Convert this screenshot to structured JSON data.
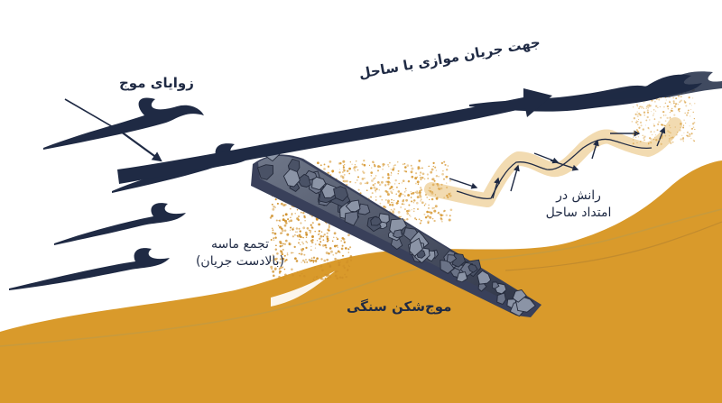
{
  "labels": {
    "wave_angle": "زوایای موج",
    "current_direction": "جهت جریان موازی با ساحل",
    "sand_accumulation_line1": "تجمع ماسه",
    "sand_accumulation_line2": "(بالادست جریان)",
    "longshore_drift_line1": "رانش در",
    "longshore_drift_line2": "امتداد ساحل",
    "breakwater": "موج‌شکن سنگی"
  },
  "colors": {
    "sand": "#d99a2b",
    "sand_light": "#f1d7a8",
    "sand_grain": "#cf8f28",
    "navy": "#1f2a44",
    "rock_light": "#8b94a6",
    "rock_dark": "#3c4456",
    "shore_line": "#c79a3d",
    "water": "#ffffff"
  },
  "icons": [
    "wave-crest-icon",
    "arrow-icon",
    "rock-icon"
  ]
}
